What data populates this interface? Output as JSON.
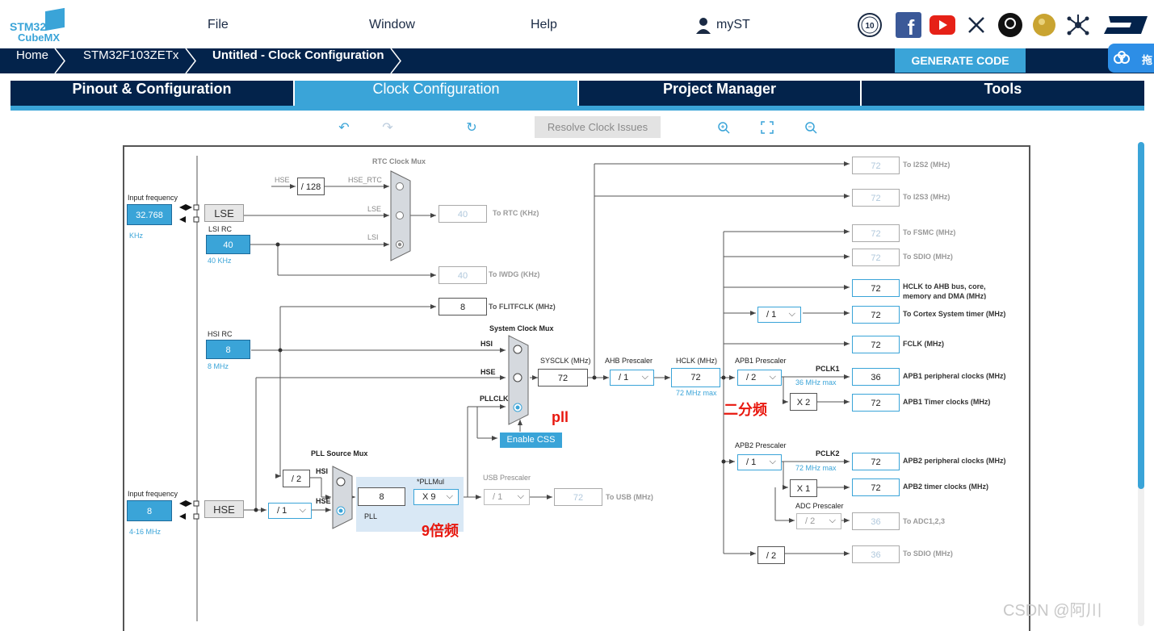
{
  "app": {
    "logo_line1": "STM32",
    "logo_line2": "CubeMX"
  },
  "menu": {
    "file": "File",
    "window": "Window",
    "help": "Help",
    "myst": "myST"
  },
  "breadcrumb": {
    "home": "Home",
    "device": "STM32F103ZETx",
    "page": "Untitled - Clock Configuration"
  },
  "generate_code": "GENERATE CODE",
  "side_tab": "拖",
  "tabs": [
    "Pinout & Configuration",
    "Clock Configuration",
    "Project Manager",
    "Tools"
  ],
  "toolbar": {
    "resolve": "Resolve Clock Issues"
  },
  "icons": [
    "anniversary-10-icon",
    "facebook-icon",
    "youtube-icon",
    "x-icon",
    "github-icon",
    "wiki-icon",
    "network-icon",
    "st-logo-icon"
  ],
  "clock": {
    "rtc_mux_title": "RTC Clock Mux",
    "hse_label": "HSE",
    "div128": "/ 128",
    "hse_rtc": "HSE_RTC",
    "lse_mux": "LSE",
    "lsi_mux": "LSI",
    "input_freq1_label": "Input frequency",
    "lse_value": "32.768",
    "lse_unit": "KHz",
    "lse_name": "LSE",
    "lsi_rc_label": "LSI RC",
    "lsi_value": "40",
    "lsi_unit": "40 KHz",
    "rtc_value": "40",
    "rtc_label": "To RTC (KHz)",
    "iwdg_value": "40",
    "iwdg_label": "To IWDG (KHz)",
    "flit_value": "8",
    "flit_label": "To FLITFCLK (MHz)",
    "sys_mux_title": "System Clock Mux",
    "hsi_rc_label": "HSI RC",
    "hsi_value": "8",
    "hsi_unit": "8 MHz",
    "mux_hsi": "HSI",
    "mux_hse": "HSE",
    "mux_pllclk": "PLLCLK",
    "sysclk_label": "SYSCLK (MHz)",
    "sysclk_value": "72",
    "ahb_label": "AHB Prescaler",
    "ahb_value": "/ 1",
    "hclk_label": "HCLK (MHz)",
    "hclk_value": "72",
    "hclk_max": "72 MHz max",
    "enable_css": "Enable CSS",
    "pll_src_title": "PLL Source Mux",
    "div2": "/ 2",
    "pll_hsi": "HSI",
    "pll_hse": "HSE",
    "input_freq2_label": "Input frequency",
    "hse_value": "8",
    "hse_unit": "4-16 MHz",
    "hse_name": "HSE",
    "hse_div": "/ 1",
    "pll_in": "8",
    "pll_label": "PLL",
    "pllmul_label": "*PLLMul",
    "pllmul_value": "X 9",
    "usb_label": "USB Prescaler",
    "usb_div": "/ 1",
    "usb_value": "72",
    "usb_out": "To USB (MHz)",
    "apb1_label": "APB1 Prescaler",
    "apb1_value": "/ 2",
    "pclk1": "PCLK1",
    "pclk1_max": "36 MHz max",
    "x2": "X 2",
    "apb2_label": "APB2 Prescaler",
    "apb2_value": "/ 1",
    "pclk2": "PCLK2",
    "pclk2_max": "72 MHz max",
    "x1": "X 1",
    "adc_label": "ADC Prescaler",
    "adc_div": "/ 2",
    "cortex_div": "/ 1",
    "sdio_div": "/ 2",
    "outputs": [
      {
        "value": "72",
        "label": "To I2S2 (MHz)"
      },
      {
        "value": "72",
        "label": "To I2S3 (MHz)"
      },
      {
        "value": "72",
        "label": "To FSMC (MHz)"
      },
      {
        "value": "72",
        "label": "To SDIO (MHz)"
      },
      {
        "value": "72",
        "label": "HCLK to AHB bus, core, memory and DMA (MHz)"
      },
      {
        "value": "72",
        "label": "To Cortex System timer (MHz)"
      },
      {
        "value": "72",
        "label": "FCLK (MHz)"
      },
      {
        "value": "36",
        "label": "APB1 peripheral clocks (MHz)"
      },
      {
        "value": "72",
        "label": "APB1 Timer clocks (MHz)"
      },
      {
        "value": "72",
        "label": "APB2 peripheral clocks (MHz)"
      },
      {
        "value": "72",
        "label": "APB2 timer clocks (MHz)"
      },
      {
        "value": "36",
        "label": "To ADC1,2,3"
      },
      {
        "value": "36",
        "label": "To SDIO (MHz)"
      }
    ]
  },
  "annotations": {
    "pll": "pll",
    "x9": "9倍频",
    "div2": "二分频"
  },
  "watermark": "CSDN @阿川"
}
